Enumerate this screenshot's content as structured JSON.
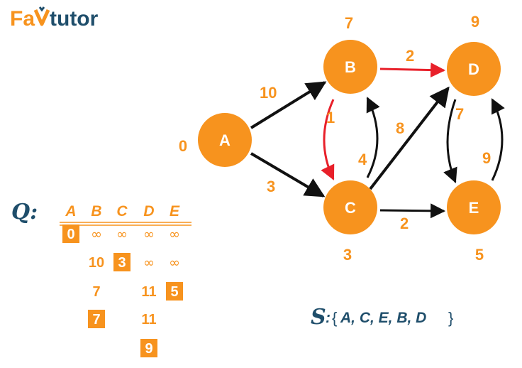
{
  "logo": {
    "part1": "Fa",
    "part2": "tutor"
  },
  "colors": {
    "orange": "#f7931e",
    "black": "#111111",
    "red": "#e8202a",
    "navy": "#1f4e6b"
  },
  "nodes": [
    {
      "id": "A",
      "label": "A",
      "dist": "0"
    },
    {
      "id": "B",
      "label": "B",
      "dist": "7"
    },
    {
      "id": "C",
      "label": "C",
      "dist": "3"
    },
    {
      "id": "D",
      "label": "D",
      "dist": "9"
    },
    {
      "id": "E",
      "label": "E",
      "dist": "5"
    }
  ],
  "edges": [
    {
      "from": "A",
      "to": "B",
      "weight": "10",
      "highlight": false
    },
    {
      "from": "A",
      "to": "C",
      "weight": "3",
      "highlight": false
    },
    {
      "from": "B",
      "to": "D",
      "weight": "2",
      "highlight": true
    },
    {
      "from": "B",
      "to": "C",
      "weight": "1",
      "highlight": true
    },
    {
      "from": "C",
      "to": "B",
      "weight": "4",
      "highlight": false
    },
    {
      "from": "C",
      "to": "D",
      "weight": "8",
      "highlight": false
    },
    {
      "from": "C",
      "to": "E",
      "weight": "2",
      "highlight": false
    },
    {
      "from": "D",
      "to": "E",
      "weight": "7",
      "highlight": false
    },
    {
      "from": "E",
      "to": "D",
      "weight": "9",
      "highlight": false
    }
  ],
  "queue": {
    "label": "Q:",
    "headers": [
      "A",
      "B",
      "C",
      "D",
      "E"
    ],
    "rows": [
      [
        {
          "v": "0",
          "box": true
        },
        {
          "v": "∞",
          "inf": true
        },
        {
          "v": "∞",
          "inf": true
        },
        {
          "v": "∞",
          "inf": true
        },
        {
          "v": "∞",
          "inf": true
        }
      ],
      [
        null,
        {
          "v": "10"
        },
        {
          "v": "3",
          "box": true
        },
        {
          "v": "∞",
          "inf": true
        },
        {
          "v": "∞",
          "inf": true
        }
      ],
      [
        null,
        {
          "v": "7"
        },
        null,
        {
          "v": "11"
        },
        {
          "v": "5",
          "box": true
        }
      ],
      [
        null,
        {
          "v": "7",
          "box": true
        },
        null,
        {
          "v": "11"
        },
        null
      ],
      [
        null,
        null,
        null,
        {
          "v": "9",
          "box": true
        },
        null
      ]
    ]
  },
  "visited_set": {
    "label": "S",
    "separator": ":",
    "open": "{",
    "items": "A, C, E, B, D",
    "close": "}"
  }
}
